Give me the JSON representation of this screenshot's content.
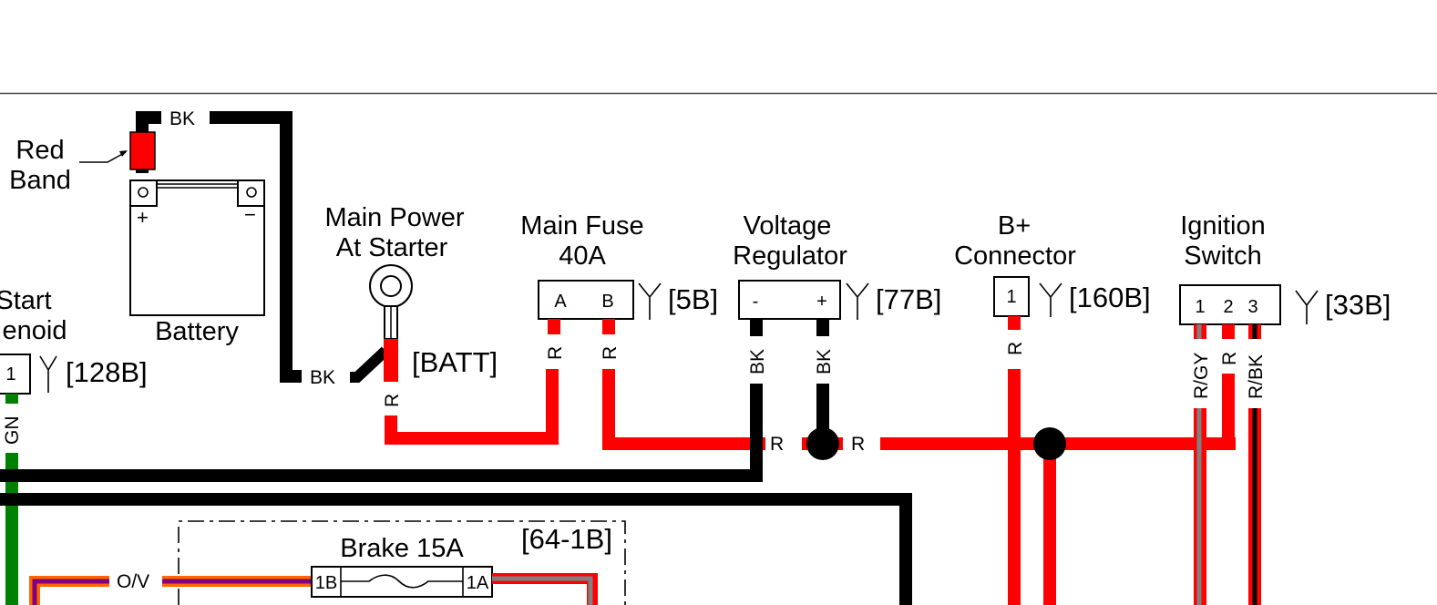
{
  "diagram": {
    "colors": {
      "red": "#ff0000",
      "black": "#000000",
      "green": "#008000",
      "gray": "#808080",
      "orange": "#ff6600",
      "violet": "#800080"
    },
    "battery": {
      "label": "Battery",
      "plus": "+",
      "minus": "−",
      "red_band_label": [
        "Red",
        "Band"
      ],
      "cable_label": "BK"
    },
    "start_solenoid": {
      "label_lines": [
        "Start",
        "enoid"
      ],
      "pin": "1",
      "ref": "[128B]",
      "wire_label": "GN"
    },
    "main_power": {
      "label_lines": [
        "Main Power",
        "At Starter"
      ],
      "ref": "[BATT]",
      "ground_label": "BK",
      "wire_label": "R"
    },
    "main_fuse": {
      "label_lines": [
        "Main Fuse",
        "40A"
      ],
      "pins": [
        "A",
        "B"
      ],
      "ref": "[5B]",
      "wire_labels": [
        "R",
        "R"
      ]
    },
    "voltage_regulator": {
      "label_lines": [
        "Voltage",
        "Regulator"
      ],
      "pins": [
        "-",
        "+"
      ],
      "ref": "[77B]",
      "wire_labels": [
        "BK",
        "BK"
      ]
    },
    "bus_labels": [
      "R",
      "R"
    ],
    "b_plus_connector": {
      "label_lines": [
        "B+",
        "Connector"
      ],
      "pin": "1",
      "ref": "[160B]",
      "wire_label": "R"
    },
    "ignition_switch": {
      "label_lines": [
        "Ignition",
        "Switch"
      ],
      "pins": [
        "1",
        "2",
        "3"
      ],
      "ref": "[33B]",
      "wire_labels": [
        "R/GY",
        "R",
        "R/BK"
      ]
    },
    "brake_fuse": {
      "label": "Brake 15A",
      "block_ref": "[64-1B]",
      "pins": [
        "1B",
        "1A"
      ],
      "wire_label": "O/V"
    }
  }
}
